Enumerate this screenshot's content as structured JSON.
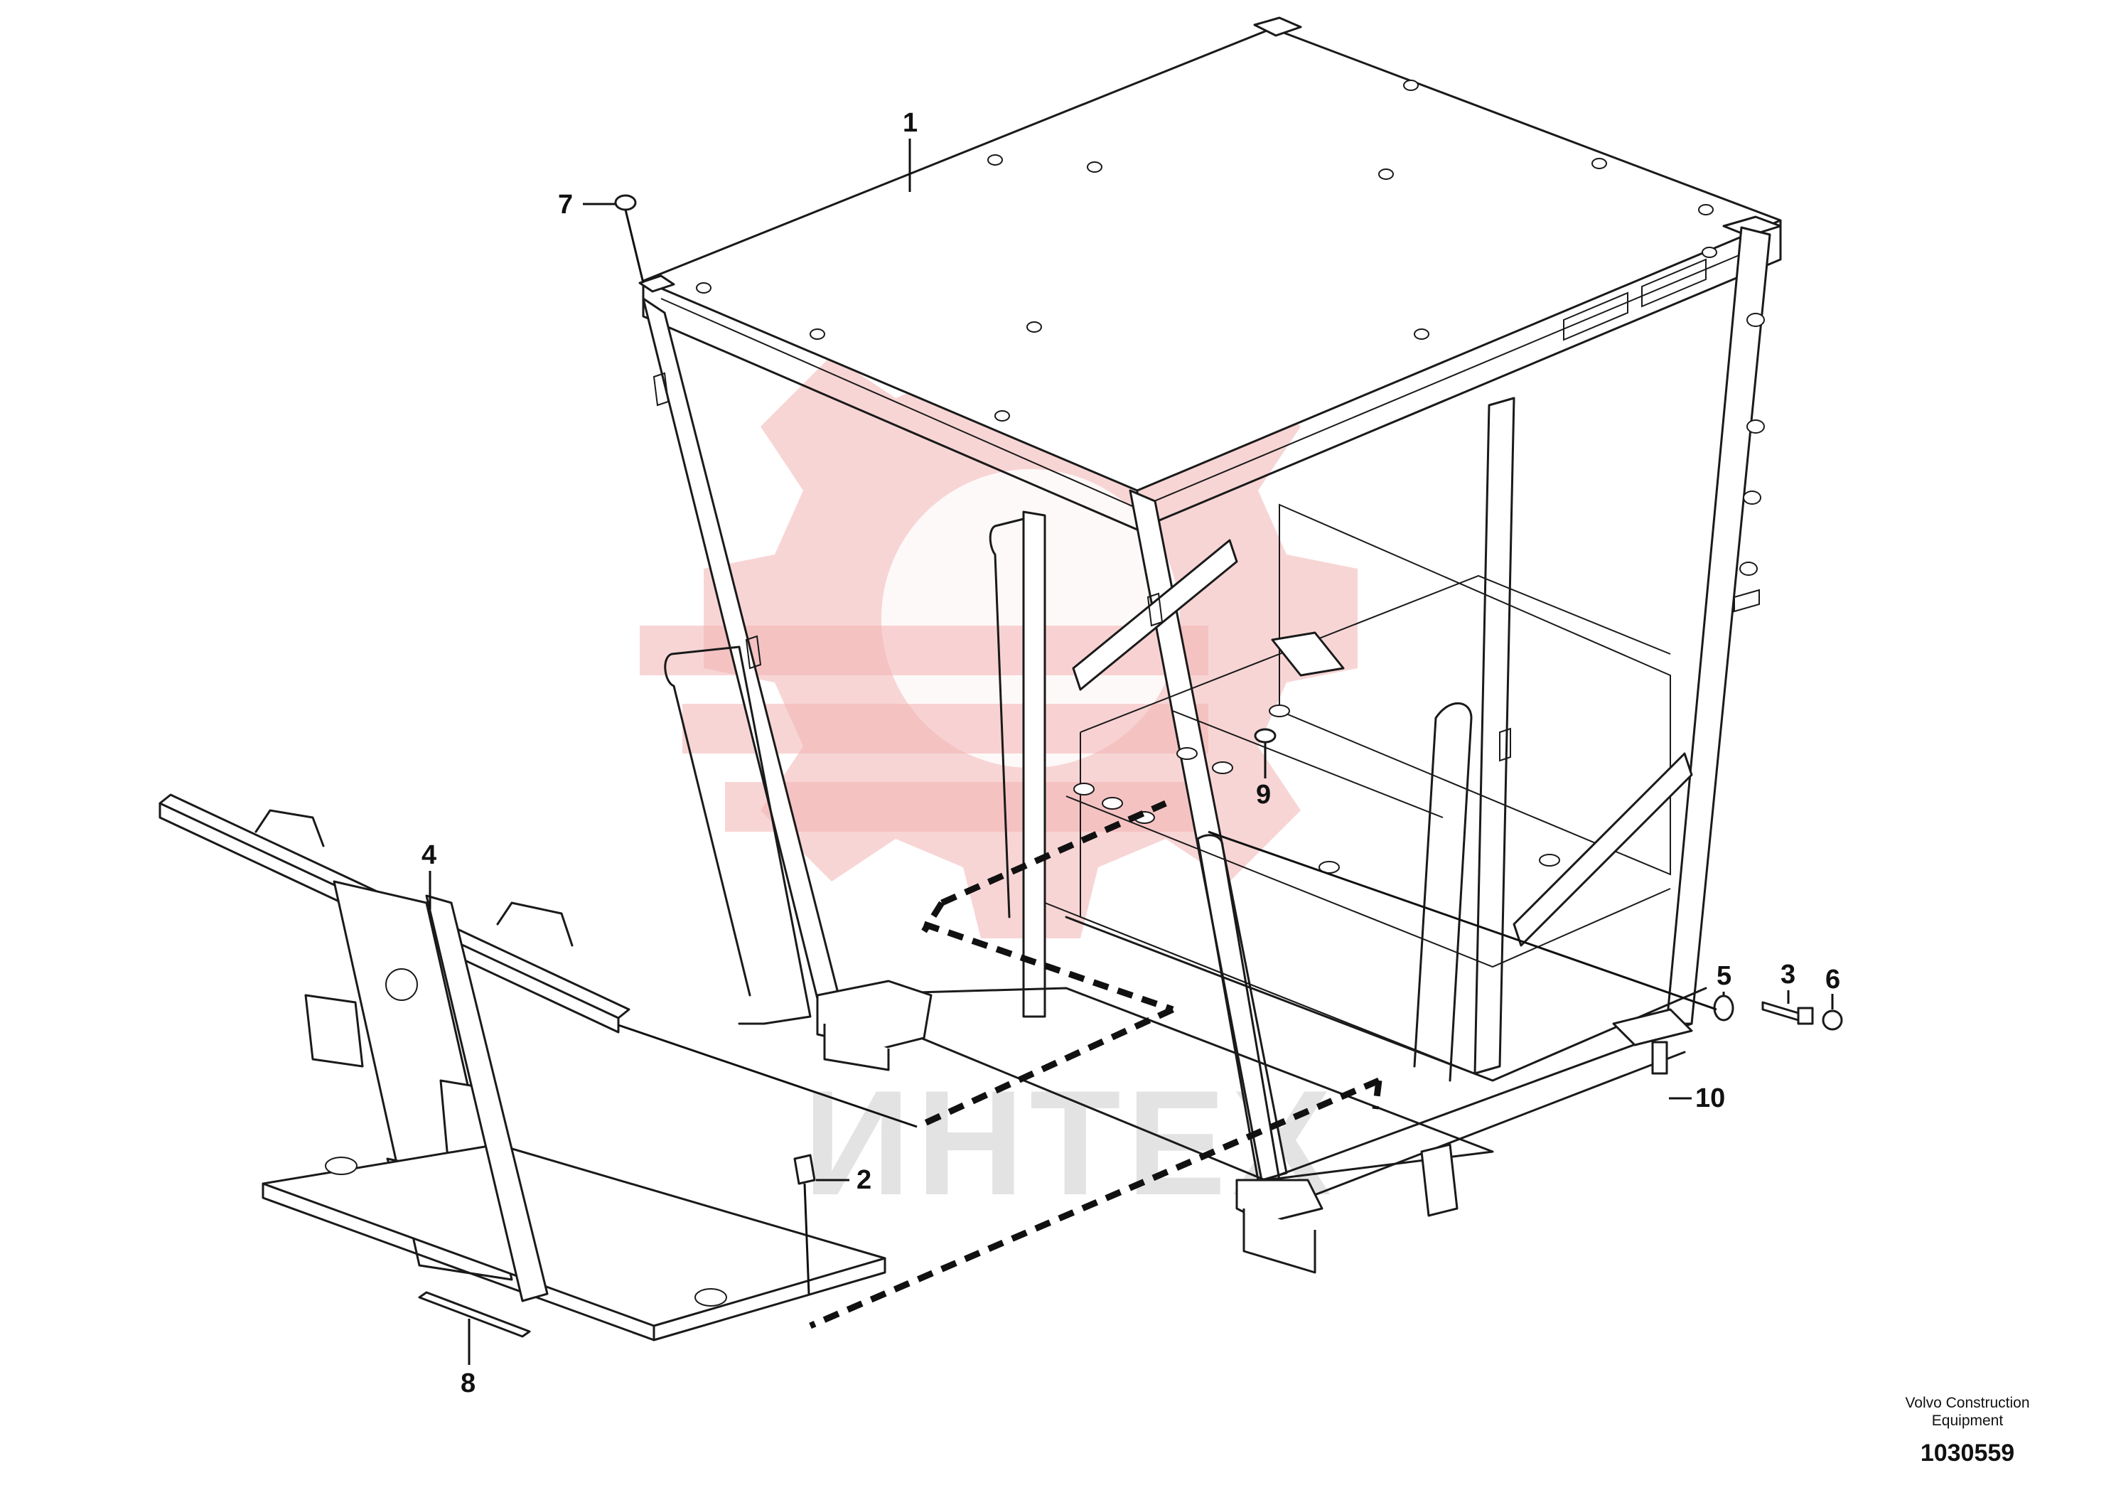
{
  "diagram": {
    "callouts": [
      {
        "id": "1",
        "label": "1"
      },
      {
        "id": "2",
        "label": "2"
      },
      {
        "id": "3",
        "label": "3"
      },
      {
        "id": "4",
        "label": "4"
      },
      {
        "id": "5",
        "label": "5"
      },
      {
        "id": "6",
        "label": "6"
      },
      {
        "id": "7",
        "label": "7"
      },
      {
        "id": "8",
        "label": "8"
      },
      {
        "id": "9",
        "label": "9"
      },
      {
        "id": "10",
        "label": "10"
      }
    ],
    "watermark": "ИНТЕХ",
    "footer": {
      "manufacturer_line1": "Volvo Construction",
      "manufacturer_line2": "Equipment",
      "document_number": "1030559"
    },
    "colors": {
      "line": "#1a1a1a",
      "watermark_gear": "#f3b3b3",
      "watermark_text": "#d8d8d8"
    }
  }
}
